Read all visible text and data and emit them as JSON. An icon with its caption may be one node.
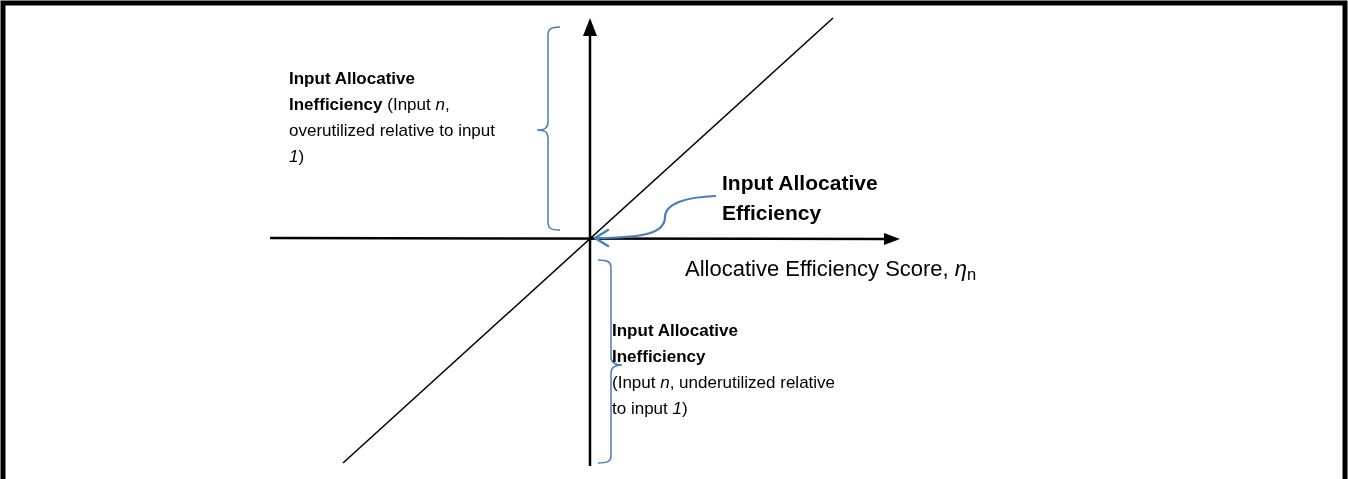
{
  "diagram": {
    "nodes": [
      {
        "text": [
          "Input Allocative Efficiency"
        ]
      },
      {
        "text": [],
        "shape": "point"
      }
    ],
    "edges": [
      {
        "from": 0,
        "to": 1,
        "arrow": "to",
        "color": "#4a7ebb"
      }
    ],
    "labels": [
      "**Input Allocative Inefficiency** (Input *n*, overutilized relative to input *1*)",
      "Allocative Efficiency Score, *η*$_{n}$",
      "Input Allocative Inefficiency",
      "(Input *n*, underutilized relative to input *1*)"
    ]
  }
}
